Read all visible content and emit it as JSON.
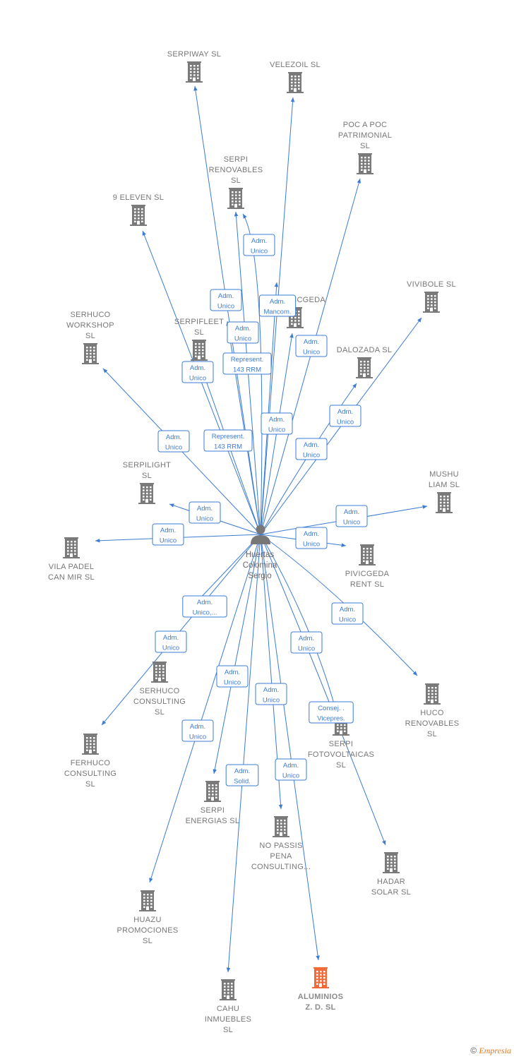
{
  "colors": {
    "edge": "#3b7bd4",
    "building": "#7a7a7a",
    "highlight": "#f26a3a",
    "label": "#777777"
  },
  "person": {
    "lines": [
      "Huertas",
      "Colomina",
      "Sergio"
    ],
    "icon": "person-icon"
  },
  "companies": [
    {
      "id": "serpiway",
      "lines": [
        "SERPIWAY  SL"
      ]
    },
    {
      "id": "velezoil",
      "lines": [
        "VELEZOIL  SL"
      ]
    },
    {
      "id": "pocapoc",
      "lines": [
        "POC A POC",
        "PATRIMONIAL",
        "SL"
      ]
    },
    {
      "id": "serpi-renovables",
      "lines": [
        "SERPI",
        "RENOVABLES",
        "SL"
      ]
    },
    {
      "id": "nine-eleven",
      "lines": [
        "9 ELEVEN  SL"
      ]
    },
    {
      "id": "serpivicgeda",
      "lines": [
        "SERPIVICGEDA"
      ]
    },
    {
      "id": "vivibole",
      "lines": [
        "VIVIBOLE  SL"
      ]
    },
    {
      "id": "serhuco-workshop",
      "lines": [
        "SERHUCO",
        "WORKSHOP",
        "SL"
      ]
    },
    {
      "id": "serpifleet",
      "lines": [
        "SERPIFLEET",
        "SL"
      ]
    },
    {
      "id": "dalozada",
      "lines": [
        "DALOZADA  SL"
      ]
    },
    {
      "id": "serpilight",
      "lines": [
        "SERPILIGHT",
        "SL"
      ]
    },
    {
      "id": "mushu",
      "lines": [
        "MUSHU",
        "LIAM  SL"
      ]
    },
    {
      "id": "vila-padel",
      "lines": [
        "VILA PADEL",
        "CAN MIR  SL"
      ]
    },
    {
      "id": "pivicgeda",
      "lines": [
        "PIVICGEDA",
        "RENT  SL"
      ]
    },
    {
      "id": "serhuco-consulting",
      "lines": [
        "SERHUCO",
        "CONSULTING",
        "SL"
      ]
    },
    {
      "id": "huco",
      "lines": [
        "HUCO",
        "RENOVABLES",
        "SL"
      ]
    },
    {
      "id": "ferhuco",
      "lines": [
        "FERHUCO",
        "CONSULTING",
        "SL"
      ]
    },
    {
      "id": "serpi-fotovoltaicas",
      "lines": [
        "SERPI",
        "FOTOVOLTAICAS",
        "SL"
      ]
    },
    {
      "id": "serpi-energias",
      "lines": [
        "SERPI",
        "ENERGIAS  SL"
      ]
    },
    {
      "id": "no-passis",
      "lines": [
        "NO PASSIS",
        "PENA",
        "CONSULTING..."
      ]
    },
    {
      "id": "hadar",
      "lines": [
        "HADAR",
        "SOLAR  SL"
      ]
    },
    {
      "id": "huazu",
      "lines": [
        "HUAZU",
        "PROMOCIONES",
        "SL"
      ]
    },
    {
      "id": "cahu",
      "lines": [
        "CAHU",
        "INMUEBLES",
        "SL"
      ]
    },
    {
      "id": "aluminios",
      "lines": [
        "ALUMINIOS",
        "Z. D.  SL"
      ],
      "highlight": true
    }
  ],
  "relations": [
    {
      "target": "serpiway",
      "lines": [
        "Adm.",
        "Unico"
      ]
    },
    {
      "target": "serpi-renovables",
      "lines": [
        "Adm.",
        "Unico"
      ]
    },
    {
      "target": "serpivicgeda",
      "lines": [
        "Adm.",
        "Mancom."
      ]
    },
    {
      "target": "serpifleet",
      "lines": [
        "Adm.",
        "Unico"
      ]
    },
    {
      "target": "serpi-renovables",
      "lines": [
        "Represent.",
        "143 RRM"
      ]
    },
    {
      "target": "velezoil",
      "lines": [
        "Adm.",
        "Unico"
      ]
    },
    {
      "target": "pocapoc",
      "lines": [
        "Adm.",
        "Unico"
      ]
    },
    {
      "target": "nine-eleven",
      "lines": [
        "Adm.",
        "Unico"
      ]
    },
    {
      "target": "serpiway",
      "lines": [
        "Represent.",
        "143 RRM"
      ]
    },
    {
      "target": "serhuco-workshop",
      "lines": [
        "Adm.",
        "Unico"
      ]
    },
    {
      "target": "serpivicgeda",
      "lines": [
        "Adm.",
        "Unico"
      ]
    },
    {
      "target": "vivibole",
      "lines": [
        "Adm.",
        "Unico"
      ]
    },
    {
      "target": "dalozada",
      "lines": [
        "Adm.",
        "Unico"
      ]
    },
    {
      "target": "serpilight",
      "lines": [
        "Adm.",
        "Unico"
      ]
    },
    {
      "target": "vila-padel",
      "lines": [
        "Adm.",
        "Unico"
      ]
    },
    {
      "target": "mushu",
      "lines": [
        "Adm.",
        "Unico"
      ]
    },
    {
      "target": "pivicgeda",
      "lines": [
        "Adm.",
        "Unico"
      ]
    },
    {
      "target": "serhuco-consulting",
      "lines": [
        "Adm.",
        "Unico,..."
      ]
    },
    {
      "target": "huco",
      "lines": [
        "Adm.",
        "Unico"
      ]
    },
    {
      "target": "ferhuco",
      "lines": [
        "Adm.",
        "Unico"
      ]
    },
    {
      "target": "serpi-fotovoltaicas",
      "lines": [
        "Adm.",
        "Unico"
      ]
    },
    {
      "target": "serpi-energias",
      "lines": [
        "Adm.",
        "Unico"
      ]
    },
    {
      "target": "no-passis",
      "lines": [
        "Adm.",
        "Unico"
      ]
    },
    {
      "target": "hadar",
      "lines": [
        "Consej. .",
        "Vicepres."
      ]
    },
    {
      "target": "huazu",
      "lines": [
        "Adm.",
        "Unico"
      ]
    },
    {
      "target": "cahu",
      "lines": [
        "Adm.",
        "Solid."
      ]
    },
    {
      "target": "aluminios",
      "lines": [
        "Adm.",
        "Unico"
      ]
    }
  ],
  "watermark": {
    "symbol": "©",
    "brand_initial": "E",
    "brand_rest": "mpresia"
  }
}
